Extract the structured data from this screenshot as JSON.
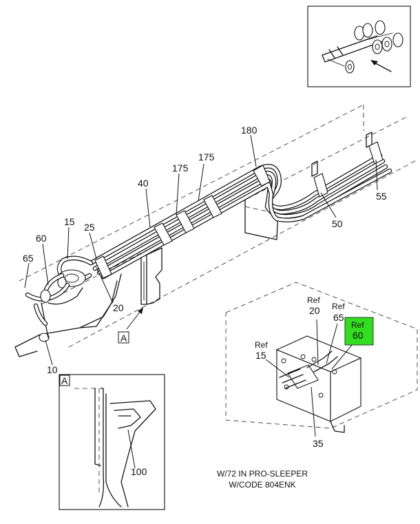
{
  "callouts": {
    "c180": "180",
    "c175a": "175",
    "c175b": "175",
    "c40": "40",
    "c15": "15",
    "c25": "25",
    "c60": "60",
    "c65": "65",
    "c20": "20",
    "c10": "10",
    "c55": "55",
    "c50": "50",
    "c100": "100",
    "c35": "35"
  },
  "detail_view_letter": "A",
  "detail_view_ref": "A",
  "ref_labels": {
    "ref_word": "Ref",
    "r20": "20",
    "r65": "65",
    "r60": "60",
    "r15": "15"
  },
  "highlight_color": "#33dd22",
  "note": {
    "line1": "W/72 IN PRO-SLEEPER",
    "line2": "W/CODE 804ENK"
  }
}
